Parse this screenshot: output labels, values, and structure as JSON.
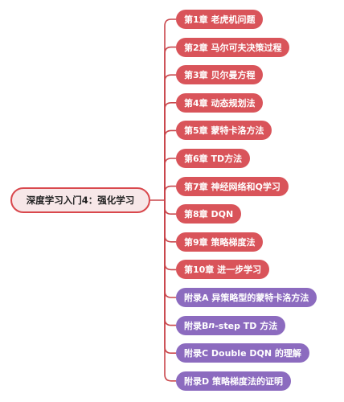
{
  "root": {
    "label": "深度学习入门4：强化学习"
  },
  "colors": {
    "chapter": "#d9545a",
    "appendix": "#8c6bbf",
    "line": "#c9474c",
    "root_fill": "#f7e7e8",
    "root_border": "#d9484d"
  },
  "branches": [
    {
      "label": "第1章 老虎机问题",
      "kind": "chapter"
    },
    {
      "label": "第2章 马尔可夫决策过程",
      "kind": "chapter"
    },
    {
      "label": "第3章 贝尔曼方程",
      "kind": "chapter"
    },
    {
      "label": "第4章 动态规划法",
      "kind": "chapter"
    },
    {
      "label": "第5章 蒙特卡洛方法",
      "kind": "chapter"
    },
    {
      "label": "第6章 TD方法",
      "kind": "chapter"
    },
    {
      "label": "第7章 神经网络和Q学习",
      "kind": "chapter"
    },
    {
      "label": "第8章 DQN",
      "kind": "chapter"
    },
    {
      "label": "第9章 策略梯度法",
      "kind": "chapter"
    },
    {
      "label": "第10章 进一步学习",
      "kind": "chapter"
    },
    {
      "label": "附录A 异策略型的蒙特卡洛方法",
      "kind": "appendix"
    },
    {
      "label_pre": "附录B ",
      "label_em": "n",
      "label_post": "-step TD 方法",
      "kind": "appendix"
    },
    {
      "label": "附录C Double DQN 的理解",
      "kind": "appendix"
    },
    {
      "label": "附录D 策略梯度法的证明",
      "kind": "appendix"
    }
  ]
}
